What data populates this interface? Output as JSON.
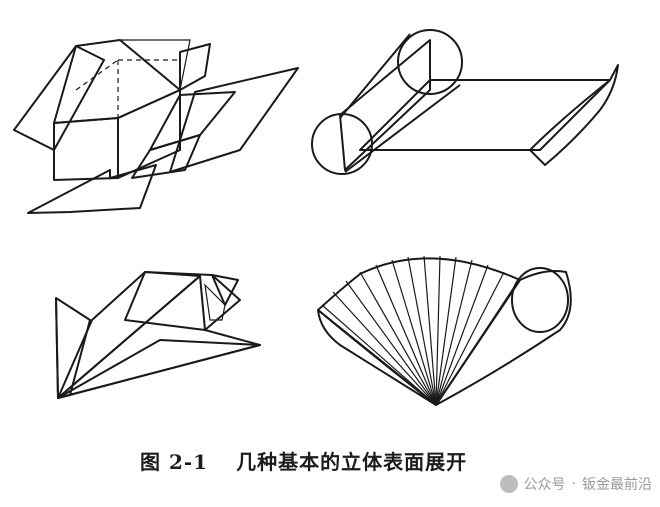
{
  "figure": {
    "number": "图 2-1",
    "title": "几种基本的立体表面展开"
  },
  "watermark": {
    "source": "公众号",
    "separator": "·",
    "account": "钣金最前沿",
    "icon": "wechat-icon"
  },
  "colors": {
    "ink": "#1a1a1a",
    "background": "#ffffff",
    "watermark": "#9a9a9a"
  }
}
